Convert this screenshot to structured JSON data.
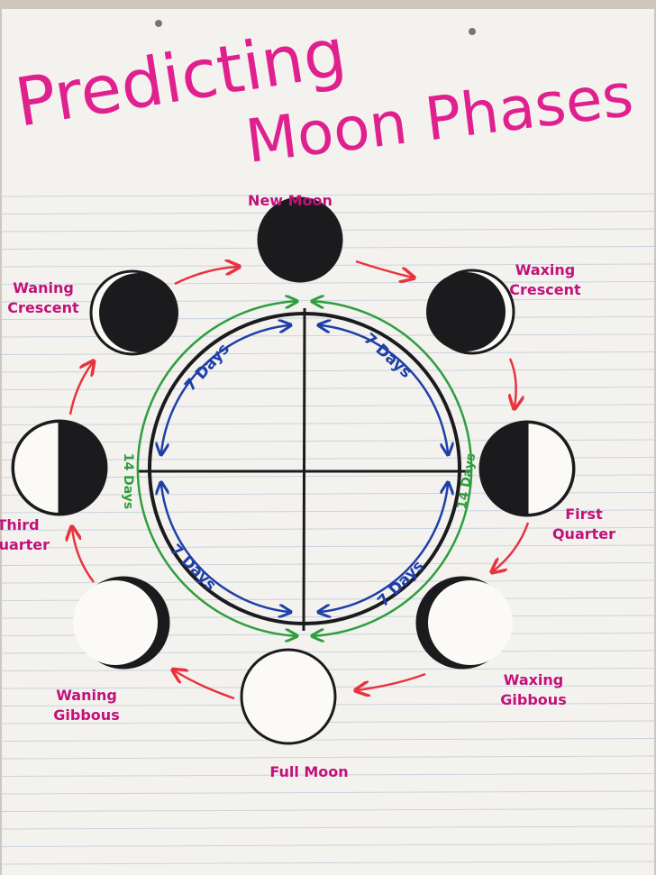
{
  "title": {
    "line1": "Predicting",
    "line2": "Moon Phases"
  },
  "phases": [
    {
      "id": "new-moon",
      "lines": [
        "New Moon"
      ]
    },
    {
      "id": "waxing-crescent",
      "lines": [
        "Waxing",
        "Crescent"
      ]
    },
    {
      "id": "first-quarter",
      "lines": [
        "First",
        "Quarter"
      ]
    },
    {
      "id": "waxing-gibbous",
      "lines": [
        "Waxing",
        "Gibbous"
      ]
    },
    {
      "id": "full-moon",
      "lines": [
        "Full Moon"
      ]
    },
    {
      "id": "waning-gibbous",
      "lines": [
        "Waning",
        "Gibbous"
      ]
    },
    {
      "id": "third-quarter",
      "lines": [
        "Third",
        "Quarter"
      ]
    },
    {
      "id": "waning-crescent",
      "lines": [
        "Waning",
        "Crescent"
      ]
    }
  ],
  "intervals": {
    "quarter": "7 Days",
    "half": "14 Days"
  },
  "colors": {
    "title": "#e0208f",
    "label": "#c0127a",
    "cycle_arrow": "#e8333f",
    "blue_arrow": "#1f3fa8",
    "green_arrow": "#2f9e3e",
    "ink": "#1b1b1e",
    "paper": "#f4f2ee",
    "rule_line": "#c9d3de"
  }
}
